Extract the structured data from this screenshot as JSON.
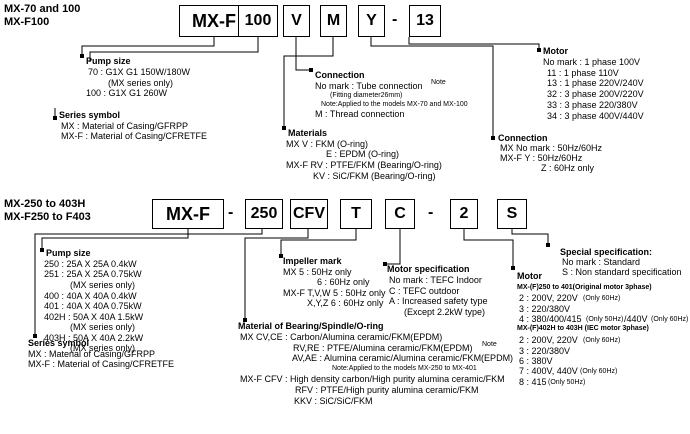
{
  "s1": {
    "title": [
      "MX-70 and 100",
      "MX-F100"
    ],
    "codes": [
      "MX-F",
      "100",
      "V",
      "M",
      "Y",
      "13"
    ],
    "dash": "-",
    "pump": {
      "heading": "Pump size",
      "lines": [
        "70 : G1X G1   150W/180W",
        "(MX series only)",
        "100 : G1X G1  260W"
      ]
    },
    "series": {
      "heading": "Series symbol",
      "lines": [
        "MX : Material of Casing/GFRPP",
        "MX-F : Material of Casing/CFRETFE"
      ]
    },
    "connection": {
      "heading": "Connection",
      "line1": "No mark : Tube connection",
      "note": "Note",
      "line2": "(Fitting diameter26mm)",
      "line3": "Note:Applied to the models MX-70 and MX-100",
      "line4": "M : Thread connection"
    },
    "materials": {
      "heading": "Materials",
      "lines": [
        "MX     V : FKM (O-ring)",
        "E : EPDM (O-ring)",
        "MX-F  RV : PTFE/FKM (Bearing/O-ring)",
        "KV : SiC/FKM (Bearing/O-ring)"
      ]
    },
    "motor": {
      "heading": "Motor",
      "lines": [
        "No mark : 1 phase 100V",
        "11 : 1 phase 110V",
        "13 : 1 phase 220V/240V",
        "32 : 3 phase  200V/220V",
        "33 : 3 phase  220/380V",
        "34 : 3 phase  400V/440V"
      ]
    },
    "conn2": {
      "heading": "Connection",
      "lines": [
        "MX        No mark : 50Hz/60Hz",
        "MX-F   Y : 50Hz/60Hz",
        "Z : 60Hz only"
      ]
    }
  },
  "s2": {
    "title": [
      "MX-250 to 403H",
      "MX-F250 to F403"
    ],
    "codes": [
      "MX-F",
      "250",
      "CFV",
      "T",
      "C",
      "2",
      "S"
    ],
    "dash": "-",
    "pump": {
      "heading": "Pump size",
      "lines": [
        "250 : 25A X 25A   0.4kW",
        "251 : 25A X 25A   0.75kW",
        "(MX series only)",
        "400 : 40A X 40A   0.4kW",
        "401 : 40A X 40A   0.75kW",
        "402H : 50A X 40A 1.5kW",
        "(MX series only)",
        "403H : 50A X 40A 2.2kW",
        "(MX series only)"
      ]
    },
    "series": {
      "heading": "Series symbol",
      "lines": [
        "MX : Material of Casing/GFRPP",
        "MX-F : Material of Casing/CFRETFE"
      ]
    },
    "impeller": {
      "heading": "Impeller mark",
      "lines": [
        "MX       5 : 50Hz only",
        "6 : 60Hz only",
        "MX-F T,V,W  5 : 50Hz only",
        "X,Y,Z  6 : 60Hz only"
      ]
    },
    "motorspec": {
      "heading": "Motor specification",
      "lines": [
        "No mark : TEFC Indoor",
        "C : TEFC outdoor",
        "A : Increased safety type",
        "(Except 2.2kW type)"
      ]
    },
    "special": {
      "heading": "Special specification:",
      "lines": [
        "No mark : Standard",
        "S : Non standard specification"
      ]
    },
    "motor": {
      "heading": "Motor",
      "sub1": "MX-(F)250 to 401(Original motor 3phase)",
      "a": [
        "2 : 200V, 220V",
        "3 : 220/380V",
        "4 : 380/400/415",
        "/440V"
      ],
      "a_note1": "(Only 60Hz)",
      "a_note2": "(Only 50Hz)",
      "a_note3": "(Only 60Hz)",
      "sub2": "MX-(F)402H to 403H (IEC motor 3phase)",
      "b": [
        "2 : 200V, 220V",
        "3 : 220/380V",
        "6 : 380V",
        "7 : 400V, 440V",
        "8 : 415"
      ],
      "b_note1": "(Only 60Hz)",
      "b_note2": "(Only 60Hz)",
      "b_note3": "(Only 50Hz)"
    },
    "bearing": {
      "heading": "Material of Bearing/Spindle/O-ring",
      "lines": [
        "MX      CV,CE : Carbon/Alumina ceramic/FKM(EPDM)",
        "RV,RE : PTFE/Alumina ceramic/FKM(EPDM)",
        "AV,AE : Alumina ceramic/Alumina ceramic/FKM(EPDM)",
        "Note:Applied to the models MX-250 to MX-401",
        "MX-F   CFV : High density carbon/High purity alumina ceramic/FKM",
        "RFV : PTFE/High purity alumina ceramic/FKM",
        "KKV : SiC/SiC/FKM"
      ],
      "note": "Note"
    }
  }
}
